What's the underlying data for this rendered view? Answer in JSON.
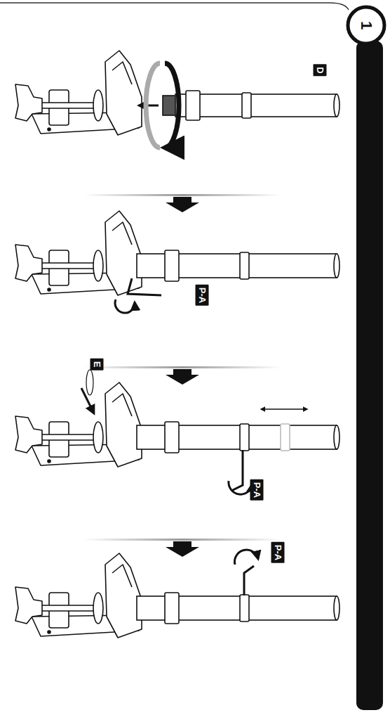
{
  "diagram": {
    "labels": [
      "1",
      "D",
      "P-A",
      "E",
      "P-A",
      "P-A"
    ]
  }
}
